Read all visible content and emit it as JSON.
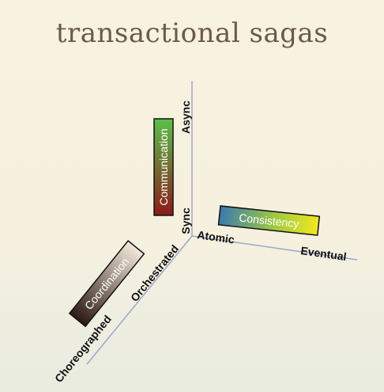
{
  "title": "transactional sagas",
  "axes": {
    "communication": {
      "name": "Communication",
      "low": "Sync",
      "high": "Async"
    },
    "consistency": {
      "name": "Consistency",
      "low": "Atomic",
      "high": "Eventual"
    },
    "coordination": {
      "name": "Coordination",
      "low": "Orchestrated",
      "high": "Choreographed"
    }
  },
  "colors": {
    "communication_gradient": [
      "#8b1a1a",
      "#5cc04a"
    ],
    "consistency_gradient": [
      "#3a7ab0",
      "#f2e820"
    ],
    "coordination_gradient": [
      "#2b1a14",
      "#f4e8dc"
    ],
    "axis_line": "#9aa8c8"
  }
}
